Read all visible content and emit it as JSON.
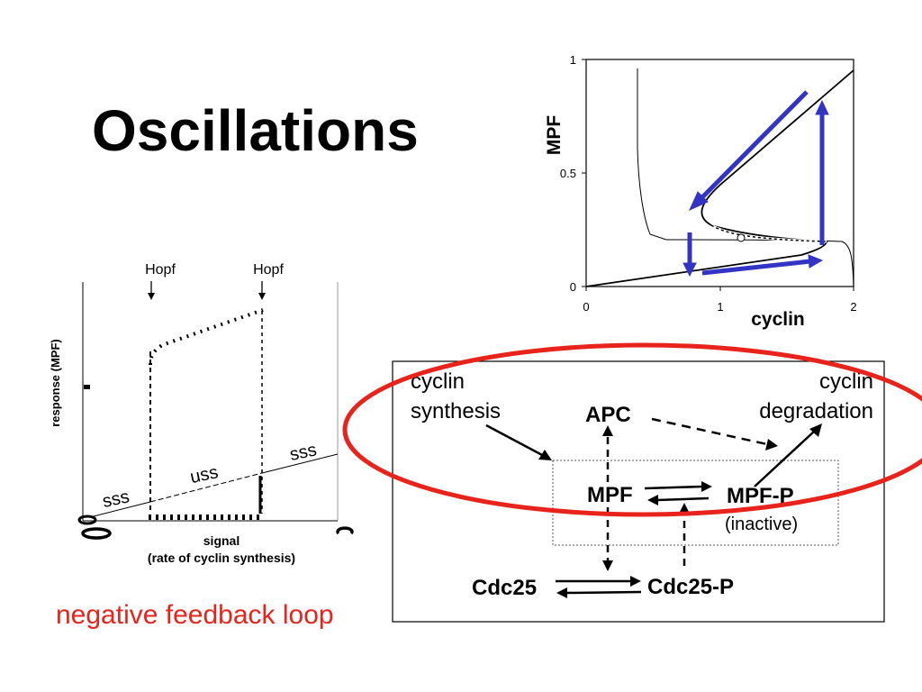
{
  "slide": {
    "title": "Oscillations",
    "caption": "negative feedback loop",
    "caption_color": "#e8231c",
    "accent_red": "#e8231c",
    "arrow_blue": "#3434c4"
  },
  "left_plot": {
    "markers": [
      "Hopf",
      "Hopf"
    ],
    "ylabel": "response (MPF)",
    "xlabel_line1": "signal",
    "xlabel_line2": "(rate of cyclin synthesis)",
    "branch_labels": [
      "sss",
      "uss",
      "sss"
    ]
  },
  "phase_plane": {
    "ylabel": "MPF",
    "xlabel": "cyclin",
    "y_ticks": [
      "0",
      "0.5",
      "1"
    ],
    "x_ticks": [
      "0",
      "1",
      "2"
    ],
    "xlim": [
      0,
      2
    ],
    "ylim": [
      0,
      1
    ]
  },
  "network": {
    "cyclin_synthesis": [
      "cyclin",
      "synthesis"
    ],
    "cyclin_degradation": [
      "cyclin",
      "degradation"
    ],
    "apc": "APC",
    "mpf": "MPF",
    "mpf_p": "MPF-P",
    "inactive": "(inactive)",
    "cdc25": "Cdc25",
    "cdc25_p": "Cdc25-P"
  }
}
